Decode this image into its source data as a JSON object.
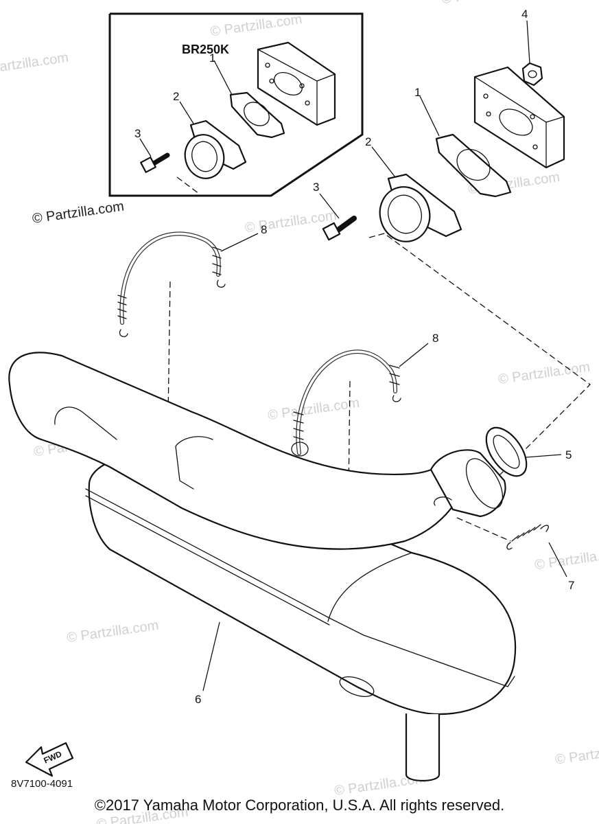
{
  "kit_label": "BR250K",
  "diagram_code": "8V7100-4091",
  "forward_arrow_label": "FWD",
  "copyright": "©2017  Yamaha Motor Corporation, U.S.A. All rights reserved.",
  "watermark_text": "© Partzilla.com",
  "callouts": {
    "c1_kit": "1",
    "c2_kit": "2",
    "c3_kit": "3",
    "c1": "1",
    "c2": "2",
    "c3": "3",
    "c4": "4",
    "c5": "5",
    "c6": "6",
    "c7": "7",
    "c8a": "8",
    "c8b": "8"
  }
}
